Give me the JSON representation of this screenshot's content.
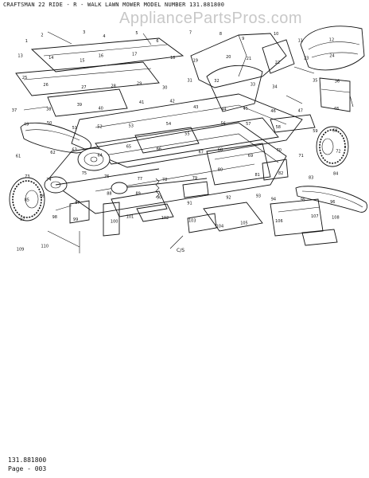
{
  "header": {
    "title": "CRAFTSMAN 22  RIDE - R - WALK LAWN MOWER MODEL NUMBER 131.881800"
  },
  "watermark": {
    "text": "AppliancePartsPros.com"
  },
  "footer": {
    "model": "131.881800",
    "page": "Page - 003"
  },
  "diagram": {
    "figure_label": "C/S",
    "part_numbers": [
      "1",
      "2",
      "3",
      "4",
      "5",
      "6",
      "7",
      "8",
      "9",
      "10",
      "11",
      "12",
      "13",
      "14",
      "15",
      "16",
      "17",
      "18",
      "19",
      "20",
      "21",
      "22",
      "23",
      "24",
      "25",
      "26",
      "27",
      "28",
      "29",
      "30",
      "31",
      "32",
      "33",
      "34",
      "35",
      "36",
      "37",
      "38",
      "39",
      "40",
      "41",
      "42",
      "43",
      "44",
      "45",
      "46",
      "47",
      "48",
      "49",
      "50",
      "51",
      "52",
      "53",
      "54",
      "55",
      "56",
      "57",
      "58",
      "59",
      "60",
      "61",
      "62",
      "63",
      "64",
      "65",
      "66",
      "67",
      "68",
      "69",
      "70",
      "71",
      "72",
      "73",
      "74",
      "75",
      "76",
      "77",
      "78",
      "79",
      "80",
      "81",
      "82",
      "83",
      "84",
      "85",
      "86",
      "87",
      "88",
      "89",
      "90",
      "91",
      "92",
      "93",
      "94",
      "95",
      "96",
      "97",
      "98",
      "99",
      "100",
      "101",
      "102",
      "103",
      "104",
      "105",
      "106",
      "107",
      "108",
      "109",
      "110"
    ]
  }
}
